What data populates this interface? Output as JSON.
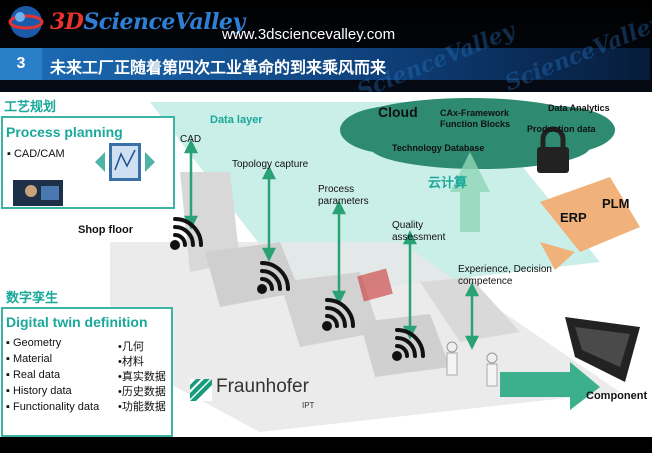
{
  "header": {
    "logo_num": "3D",
    "logo_rest": "ScienceValley",
    "url": "www.3dsciencevalley.com",
    "slide_number": "3",
    "title": "未来工厂正随着第四次工业革命的到来乘风而来",
    "watermark": "ScienceValley"
  },
  "left_panel": {
    "process_planning_zh": "工艺规划",
    "process_planning_title": "Process planning",
    "process_items": [
      "CAD/CAM"
    ],
    "digital_twin_zh": "数字孪生",
    "digital_twin_title": "Digital twin definition",
    "twin_items": [
      "Geometry",
      "Material",
      "Real data",
      "History data",
      "Functionality data"
    ],
    "twin_items_zh": [
      "•几何",
      "•材料",
      "•真实数据",
      "•历史数据",
      "•功能数据"
    ]
  },
  "diagram": {
    "data_layer": "Data layer",
    "cad": "CAD",
    "topology_capture": "Topology capture",
    "process_parameters_1": "Process",
    "process_parameters_2": "parameters",
    "quality_assessment_1": "Quality",
    "quality_assessment_2": "assessment",
    "experience_1": "Experience, Decision",
    "experience_2": "competence",
    "shop_floor": "Shop floor",
    "component": "Component",
    "cloud_zh": "云计算",
    "cloud": {
      "title": "Cloud",
      "cax_1": "CAx-Framework",
      "cax_2": "Function Blocks",
      "data_analytics": "Data Analytics",
      "production_data": "Production data",
      "technology_database": "Technology Database"
    },
    "erp": "ERP",
    "plm": "PLM",
    "brand": "Fraunhofer",
    "brand_sub": "IPT"
  },
  "colors": {
    "accent_teal": "#1aa89a",
    "title_blue": "#1d6fb9",
    "cloud_green": "#2e8a70",
    "arrow_green": "#3cb08c",
    "erp_orange": "#f0b27a"
  }
}
